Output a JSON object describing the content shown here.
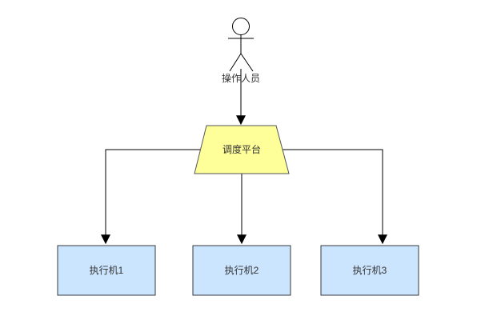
{
  "canvas": {
    "background": "#ffffff"
  },
  "text_color": "#333333",
  "connector": {
    "color": "#000000"
  },
  "actor": {
    "label": "操作人员",
    "stroke": "#000000",
    "fill": "#ffffff"
  },
  "platform": {
    "label": "调度平台",
    "fill": "#ffff99",
    "stroke": "#545454"
  },
  "executor_style": {
    "fill": "#cce5ff",
    "stroke": "#36393d"
  },
  "executors": [
    {
      "label": "执行机1"
    },
    {
      "label": "执行机2"
    },
    {
      "label": "执行机3"
    }
  ]
}
